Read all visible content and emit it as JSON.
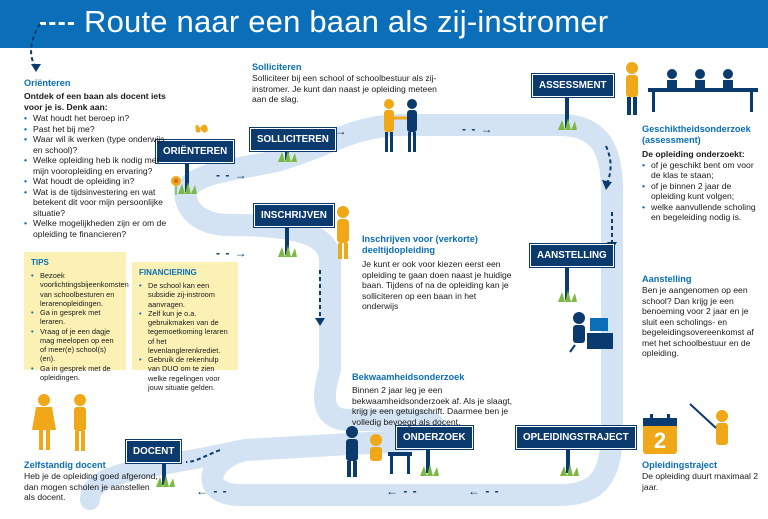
{
  "title": "Route naar een baan als zij-instromer",
  "steps": {
    "orienteren": "ORIËNTEREN",
    "solliciteren": "SOLLICITEREN",
    "assessment": "ASSESSMENT",
    "inschrijven": "INSCHRIJVEN",
    "aanstelling": "AANSTELLING",
    "onderzoek": "ONDERZOEK",
    "opleidingstraject": "OPLEIDINGSTRAJECT",
    "docent": "DOCENT"
  },
  "orienteren": {
    "heading": "Oriënteren",
    "intro": "Ontdek of een baan als docent iets voor je is. Denk aan:",
    "items": [
      "Wat houdt het beroep in?",
      "Past het bij me?",
      "Waar wil ik werken (type onderwijs en school)?",
      "Welke opleiding heb ik nodig met mijn vooropleiding en ervaring?",
      "Wat houdt de opleiding in?",
      "Wat is de tijdsinvestering en wat betekent dit voor mijn persoonlijke situatie?",
      "Welke mogelijkheden zijn er om de opleiding te financieren?"
    ]
  },
  "tips": {
    "heading": "TIPS",
    "items": [
      "Bezoek voorlichtingsbijeenkomsten van schoolbesturen en lerarenopleidingen.",
      "Ga in gesprek met leraren.",
      "Vraag of je een dagje mag meelopen op een of meer(e) school(s)(en).",
      "Ga in gesprek met de opleidingen."
    ]
  },
  "financiering": {
    "heading": "FINANCIERING",
    "items": [
      "De school kan een subsidie zij-instroom aanvragen.",
      "Zelf kun je o.a. gebruikmaken van de tegemoetkoming leraren of het levenlanglerenkrediet.",
      "Gebruik de rekenhulp van DUO om te zien welke regelingen voor jouw situatie gelden."
    ]
  },
  "solliciteren": {
    "heading": "Solliciteren",
    "text": "Solliciteer bij een school of schoolbestuur als zij-instromer. Je kunt dan naast je opleiding meteen aan de slag."
  },
  "geschiktheid": {
    "heading": "Geschiktheidsonderzoek (assessment)",
    "intro": "De opleiding onderzoekt:",
    "items": [
      "of je geschikt bent om voor de klas te staan;",
      "of je binnen 2 jaar de opleiding kunt volgen;",
      "welke aanvullende scholing en begeleiding nodig is."
    ]
  },
  "inschrijven": {
    "heading": "Inschrijven voor (verkorte) deeltijdopleiding",
    "text": "Je kunt er ook voor kiezen eerst een opleiding te gaan doen naast je huidige baan. Tijdens of na de opleiding kan je solliciteren op een baan in het onderwijs"
  },
  "aanstelling": {
    "heading": "Aanstelling",
    "text": "Ben je aangenomen op een school? Dan krijg je een benoeming voor 2 jaar en je sluit een scholings- en begeleidingsovereenkomst af met het schoolbestuur en de opleiding."
  },
  "bekwaamheid": {
    "heading": "Bekwaamheidsonderzoek",
    "text": "Binnen 2 jaar leg je een bekwaamheidsonderzoek af. Als je slaagt, krijg je een getuigschrift. Daarmee ben je volledig bevoegd als docent."
  },
  "opleidingstraject": {
    "heading": "Opleidingstraject",
    "text": "De opleiding duurt maximaal 2 jaar.",
    "calendar_number": "2"
  },
  "zelfstandig": {
    "heading": "Zelfstandig docent",
    "text": "Heb je de opleiding goed afgerond, dan mogen scholen je aanstellen als docent."
  },
  "colors": {
    "header": "#0a6fb8",
    "sign": "#0b3a6e",
    "road": "#d3e3f3",
    "note": "#fbf1b5",
    "accent": "#f0a818"
  }
}
